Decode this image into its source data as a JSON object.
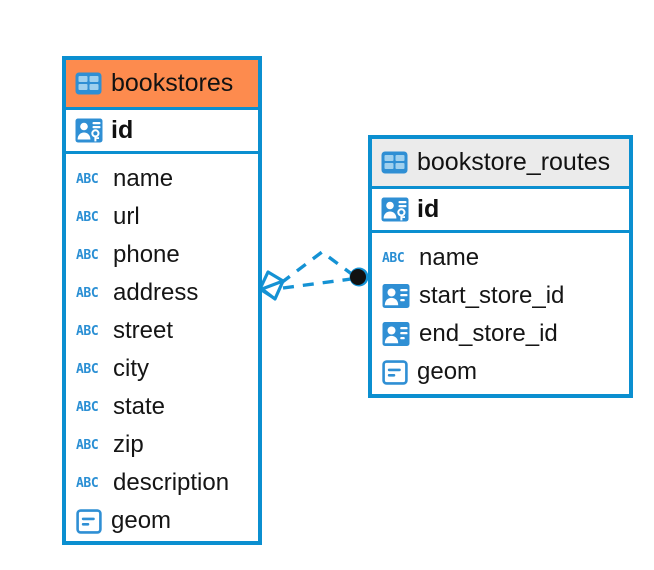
{
  "diagram": {
    "type": "entity-relationship-diagram",
    "background_color": "#ffffff",
    "accent_color": "#0b8fd0",
    "highlight_color": "#fd8b4e",
    "entities": [
      {
        "name": "bookstores",
        "header_style": "orange",
        "table_icon": "table-icon",
        "primary_key": {
          "label": "id",
          "icon": "primary-key-icon"
        },
        "fields": [
          {
            "label": "name",
            "icon": "text-type-icon",
            "type_glyph": "ABC"
          },
          {
            "label": "url",
            "icon": "text-type-icon",
            "type_glyph": "ABC"
          },
          {
            "label": "phone",
            "icon": "text-type-icon",
            "type_glyph": "ABC"
          },
          {
            "label": "address",
            "icon": "text-type-icon",
            "type_glyph": "ABC"
          },
          {
            "label": "street",
            "icon": "text-type-icon",
            "type_glyph": "ABC"
          },
          {
            "label": "city",
            "icon": "text-type-icon",
            "type_glyph": "ABC"
          },
          {
            "label": "state",
            "icon": "text-type-icon",
            "type_glyph": "ABC"
          },
          {
            "label": "zip",
            "icon": "text-type-icon",
            "type_glyph": "ABC"
          },
          {
            "label": "description",
            "icon": "text-type-icon",
            "type_glyph": "ABC"
          },
          {
            "label": "geom",
            "icon": "geometry-type-icon",
            "type_glyph": ""
          }
        ]
      },
      {
        "name": "bookstore_routes",
        "header_style": "grey",
        "table_icon": "table-icon",
        "primary_key": {
          "label": "id",
          "icon": "primary-key-icon"
        },
        "fields": [
          {
            "label": "name",
            "icon": "text-type-icon",
            "type_glyph": "ABC"
          },
          {
            "label": "start_store_id",
            "icon": "foreign-key-icon",
            "type_glyph": ""
          },
          {
            "label": "end_store_id",
            "icon": "foreign-key-icon",
            "type_glyph": ""
          },
          {
            "label": "geom",
            "icon": "geometry-type-icon",
            "type_glyph": ""
          }
        ]
      }
    ],
    "relationship": {
      "source_entity": "bookstores",
      "target_entity": "bookstore_routes",
      "source_marker": "diamond-marker",
      "target_marker": "filled-circle-marker",
      "line_style": "dashed",
      "line_color": "#0b8fd0",
      "edge_count": 2
    }
  }
}
